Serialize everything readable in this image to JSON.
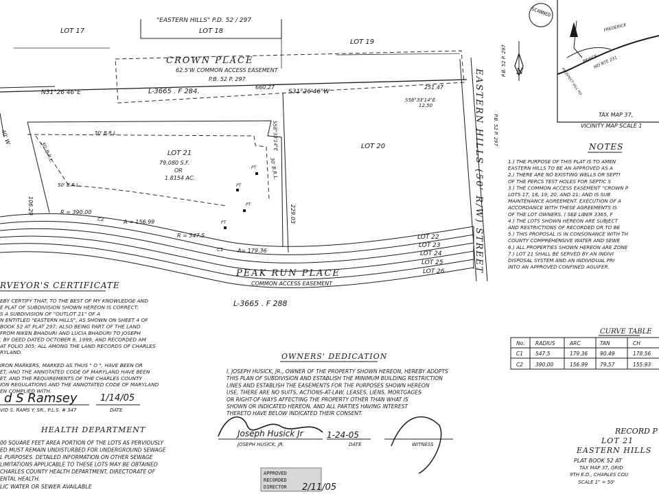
{
  "top": {
    "eastern_hills_ref": "\"EASTERN HILLS\" P.D. 52 / 297",
    "lot17": "LOT 17",
    "lot18": "LOT 18",
    "lot19": "LOT 19",
    "crown_place": "CROWN PLACE",
    "crown_easement": "62.5'W COMMON ACCESS EASEMENT",
    "pb_ref": "P.B. 52 P. 297",
    "liber1": "L-3665 . F 284.",
    "bearing1": "N31°26'46\"E",
    "dist1": "660.27",
    "bearing2": "S31°26'46\"W",
    "dist2": "251.47",
    "bearing3": "S58°33'14\"E",
    "dist3": "12.50"
  },
  "plat": {
    "lot21": "LOT 21",
    "lot21_sf": "79,080 S.F.",
    "lot21_or": "OR",
    "lot21_ac": "1.8154 AC.",
    "lot20": "LOT 20",
    "brl50a": "50' B.R.L.",
    "brl50b": "50' B.R.L.",
    "brl30a": "30' B.R.L.",
    "brl30b": "30' B.R.L.",
    "bearing4": "S58°33'14\"E",
    "dist4": "229.03",
    "dist5": "106.29",
    "r390": "R = 390.00",
    "a156": "A = 156.99",
    "r547": "R = 547.5",
    "a179": "A= 179.36",
    "c1": "C1",
    "c2": "C2",
    "pt": "PT",
    "lot22": "LOT 22",
    "lot23": "LOT 23",
    "lot24": "LOT 24",
    "lot25": "LOT 25",
    "lot26": "LOT 26",
    "peak_run": "PEAK RUN PLACE",
    "peak_easement": "COMMON ACCESS EASEMENT",
    "liber2": "L-3665 . F 288",
    "street": "EASTERN HILLS (50' R/W) STREET",
    "street_ref": "P.B. 52 P. 297",
    "left_ref": "P.B. 52 P. 297",
    "left_frag": "40' W"
  },
  "vicinity": {
    "stamp": "SCANNED",
    "road1": "FREDERICK",
    "road2": "PRINCE",
    "road3": "MD RTE 231",
    "road4": "PROSPECT HILL RD",
    "north": "N",
    "tax_map": "TAX MAP 37,",
    "caption": "VICINITY MAP   SCALE  1"
  },
  "notes": {
    "title": "NOTES",
    "lines": [
      "1.) THE PURPOSE OF THIS PLAT IS TO AMEN",
      "     EASTERN HILLS TO BE AN APPROVED AS A",
      "2.) THERE ARE NO EXISTING WELLS OR SEPTI",
      "     OF THE PERCS TEST HOLES FOR SEPTIC S",
      "3.) THE COMMON ACCESS EASEMENT \"CROWN P",
      "     LOTS 17, 18, 19, 20, AND 21; AND IS SUB",
      "     MAINTENANCE AGREEMENT. EXECUTION OF A",
      "     ACCORDANCE WITH THESE AGREEMENTS IS",
      "     OF THE LOT OWNERS. ( SEE LIBER 3365, F",
      "4.) THE LOTS SHOWN HEREON ARE SUBJECT",
      "     AND RESTRICTIONS OF RECORDED OR TO BE",
      "5.) THIS PROPOSAL IS IN CONSONANCE WITH TH",
      "     COUNTY COMPREHENSIVE WATER AND SEWE",
      "6.) ALL PROPERTIES SHOWN HEREON ARE ZONE",
      "7.) LOT 21 SHALL BE SERVED BY AN INDIVI",
      "     DISPOSAL SYSTEM AND AN INDIVIDUAL PRI",
      "     INTO AN APPROVED CONFINED AGUIFER."
    ]
  },
  "curve_table": {
    "title": "CURVE TABLE",
    "headers": [
      "No.",
      "RADIUS",
      "ARC",
      "TAN",
      "CH"
    ],
    "rows": [
      [
        "C1",
        "547.5",
        "179.36",
        "90.49",
        "178.56"
      ],
      [
        "C2",
        "390.00",
        "156.99",
        "79.57",
        "155.93"
      ]
    ]
  },
  "surveyor": {
    "title": "RVEYOR'S CERTIFICATE",
    "lines": [
      "EBY CERTIFY THAT, TO THE BEST OF MY KNOWLEDGE AND",
      "E PLAT OF SUBDIVISION SHOWN HEREON IS CORRECT;",
      "S A SUBDIVISION OF \"OUTLOT 21\" OF A",
      "N ENTITLED \"EASTERN HILLS\", AS SHOWN ON SHEET 4 OF",
      "BOOK 52 AT PLAT 297; ALSO BEING PART OF THE LAND",
      "FROM NIKEN BHADURI AND LUCIA BHADURI TO JOSEPH",
      ". BY DEED DATED OCTOBER 6, 1999, AND RECORDED AM",
      "AT FOLIO 305; ALL AMONG THE LAND RECORDS OF CHARLES",
      "RYLAND.",
      "",
      "IRON MARKERS, MARKED AS THUS \" O \", HAVE BEEN OR",
      "ET, AND THE ANNOTATED CODE OF MARYLAND HAVE BEEN",
      "ET, AND THE REQUIREMENTS OF THE CHARLES COUNTY",
      "ION REGULATIONS AND THE ANNOTATED CODE OF MARYLAND",
      "EN COMPLIED WITH."
    ],
    "signature": "d S Ramsey",
    "date": "1/14/05",
    "name_line": "VID S. RAMS Y, SR., P.L.S. # 347",
    "date_label": "DATE"
  },
  "health": {
    "title": "HEALTH DEPARTMENT",
    "lines": [
      "00 SQUARE FEET AREA PORTION OF THE LOTS AS PERVIOUSLY",
      "ED MUST REMAIN UNDISTURBED FOR UNDERGROUND SEWAGE",
      "L PURPOSES.    DETAILED INFORMATION ON OTHER SEWAGE",
      "LIMITATIONS APPLICABLE TO THESE LOTS MAY BE OBTAINED",
      "CHARLES COUNTY HEALTH DEPARTMENT, DIRECTORATE OF",
      "ENTAL HEALTH."
    ],
    "footer": "LIC WATER OR SEWER AVAILABLE",
    "stamp1": "APPROVED",
    "stamp2": "RECORDED",
    "stamp3": "DIRECTOR",
    "stamp_date": "2/11/05"
  },
  "owners": {
    "title": "OWNERS' DEDICATION",
    "lines": [
      "I, JOSEPH HUSICK, JR., OWNER OF THE PROPERTY SHOWN HEREON, HEREBY ADOPTS",
      "THIS PLAN OF SUBDIVISION AND ESTABLISH THE MINIMUM BUILDING RESTRICTION",
      "LINES AND ESTABLISH THE EASEMENTS FOR THE PURPOSES SHOWN HEREON",
      "USE, THERE ARE NO SUITS, ACTIONS-AT-LAW, LEASES, LIENS, MORTGAGES",
      "OR RIGHT-OF-WAYS AFFECTING THE PROPERTY OTHER THAN WHAT IS",
      "SHOWN OR INDICATED HEREON.  AND ALL PARTIES HAVING INTEREST",
      "THERETO HAVE BELOW INDICATED THEIR CONSENT."
    ],
    "signature": "Joseph Husick Jr",
    "date": "1-24-05",
    "name_line": "JOSEPH HUSICK, JR.",
    "date_label": "DATE",
    "witness_label": "WITNESS"
  },
  "record": {
    "line1": "RECORD P",
    "line2": "LOT  21",
    "line3": "EASTERN HILLS",
    "line4": "PLAT BOOK   52   AT",
    "line5": "TAX MAP 37, GRID",
    "line6": "9TH E.D., CHARLES COU",
    "line7": "SCALE  1\" = 50'"
  }
}
